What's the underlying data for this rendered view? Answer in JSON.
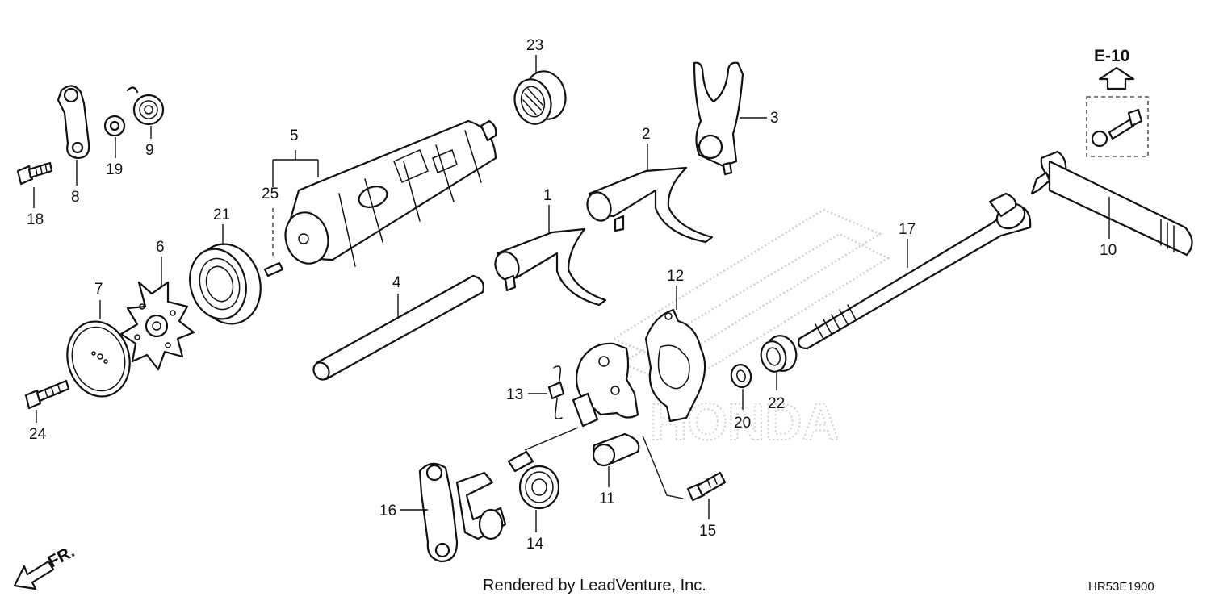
{
  "labels": {
    "p1": "1",
    "p2": "2",
    "p3": "3",
    "p4": "4",
    "p5": "5",
    "p6": "6",
    "p7": "7",
    "p8": "8",
    "p9": "9",
    "p10": "10",
    "p11": "11",
    "p12": "12",
    "p13": "13",
    "p14": "14",
    "p15": "15",
    "p16": "16",
    "p17": "17",
    "p18": "18",
    "p19": "19",
    "p20": "20",
    "p21": "21",
    "p22": "22",
    "p23": "23",
    "p24": "24",
    "p25": "25"
  },
  "reference": "E-10",
  "credit": "Rendered by LeadVenture, Inc.",
  "diagram_code": "HR53E1900",
  "front_marker": "FR.",
  "watermark": "HONDA"
}
